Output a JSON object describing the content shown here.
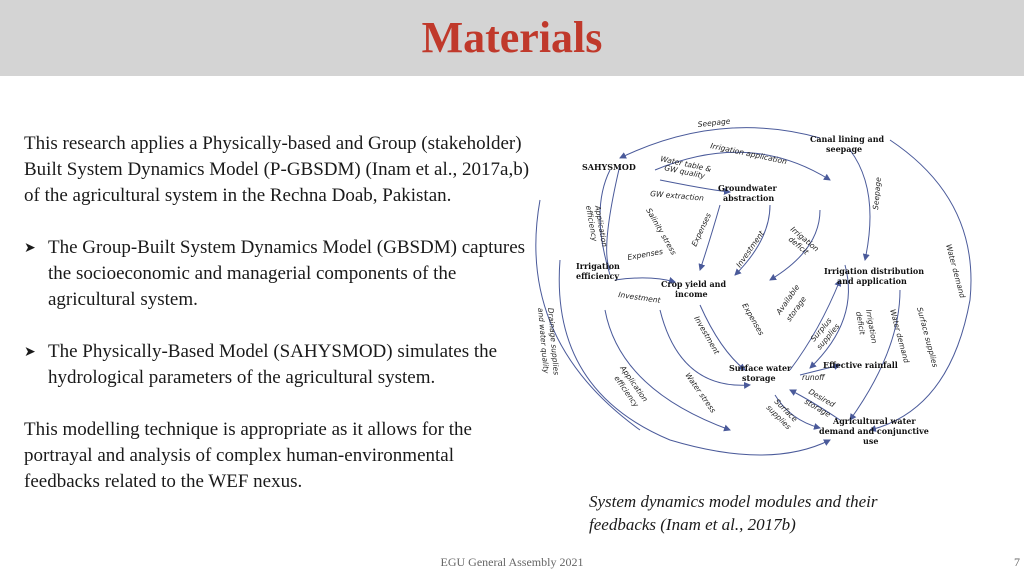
{
  "header": {
    "title": "Materials"
  },
  "content": {
    "intro": "This research applies a Physically-based and Group (stakeholder) Built System Dynamics Model (P-GBSDM) (Inam et al., 2017a,b) of the agricultural system in the Rechna Doab, Pakistan.",
    "bullets": [
      "The Group-Built System Dynamics Model (GBSDM) captures the socioeconomic and managerial components of the agricultural system.",
      "The Physically-Based Model (SAHYSMOD) simulates the hydrological parameters of the agricultural system."
    ],
    "conclusion": "This modelling technique is appropriate as it allows for the portrayal and analysis of complex human-environmental feedbacks related to the WEF nexus."
  },
  "diagram": {
    "nodes": {
      "sahysmod": "SAHYSMOD",
      "canal_1": "Canal lining and",
      "canal_2": "seepage",
      "gw_1": "Groundwater",
      "gw_2": "abstraction",
      "irr_eff_1": "Irrigation",
      "irr_eff_2": "efficiency",
      "crop_1": "Crop yield and",
      "crop_2": "income",
      "irr_dist_1": "Irrigation distribution",
      "irr_dist_2": "and application",
      "sw_1": "Surface water",
      "sw_2": "storage",
      "eff_rain": "Effective rainfall",
      "agri_1": "Agricultural water",
      "agri_2": "demand and conjunctive",
      "agri_3": "use"
    },
    "labels": {
      "seepage_top": "Seepage",
      "irr_app": "Irrigation application",
      "wt_1": "Water table &",
      "wt_2": "GW quality",
      "gw_ext": "GW extraction",
      "app_eff_1": "Application",
      "app_eff_2": "efficiency",
      "salinity": "Salinity stress",
      "expenses_1": "Expenses",
      "investment_1": "Investment",
      "irr_def_1": "Irrigation",
      "irr_def_2": "deficit",
      "seepage_right": "Seepage",
      "water_demand_right": "Water demand",
      "expenses_left": "Expenses",
      "investment_left": "Investment",
      "expenses_mid": "Expenses",
      "avail_1": "Available",
      "avail_2": "storage",
      "surplus_1": "Surplus",
      "surplus_2": "supplies",
      "irr_def_r1": "Irrigation",
      "irr_def_r2": "deficit",
      "water_demand_mid": "Water demand",
      "surface_supplies_right": "Surface supplies",
      "drain_1": "Drainage supplies",
      "drain_2": "and water quality",
      "app_eff2_1": "Application",
      "app_eff2_2": "efficiency",
      "investment_mid": "Investment",
      "water_stress": "Water stress",
      "runoff": "runoff",
      "desired_1": "Desired",
      "desired_2": "storage",
      "surf_sup_1": "Surface",
      "surf_sup_2": "supplies"
    }
  },
  "caption": {
    "line1": "System dynamics model modules and their",
    "line2": "feedbacks (Inam et al., 2017b)"
  },
  "footer": {
    "text": "EGU General Assembly 2021",
    "page": "7"
  },
  "colors": {
    "title": "#c0392b",
    "header_bg": "#d4d4d4",
    "arrow": "#4a5a9a"
  }
}
